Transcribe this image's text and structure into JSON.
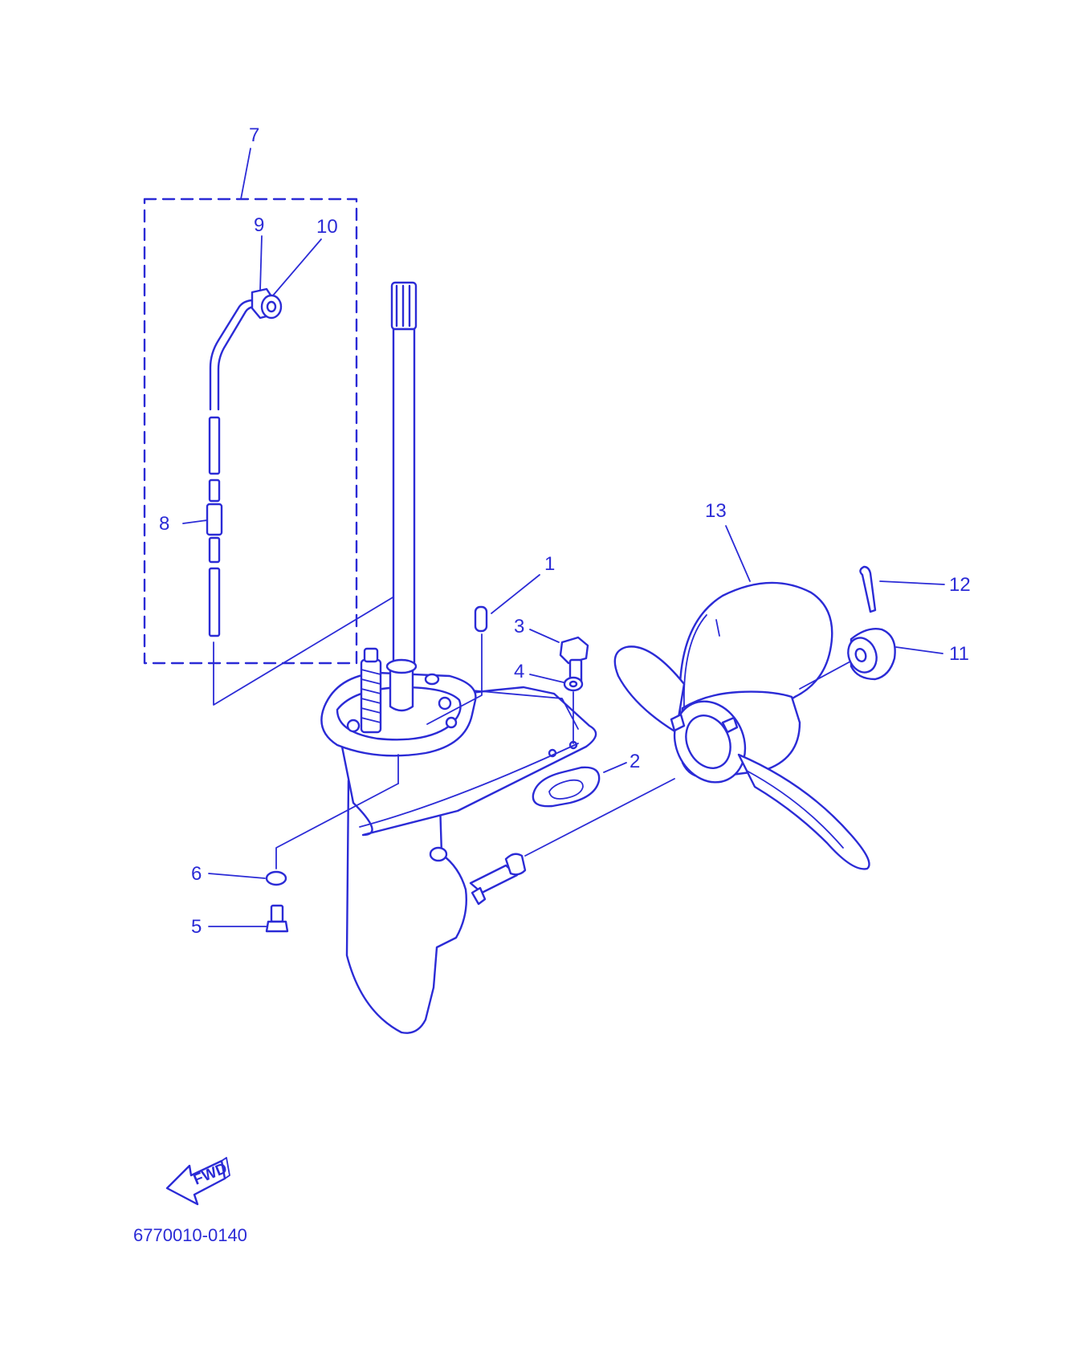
{
  "diagram": {
    "part_code": "6770010-0140",
    "direction_label": "FWD",
    "callouts": {
      "c1": "1",
      "c2": "2",
      "c3": "3",
      "c4": "4",
      "c5": "5",
      "c6": "6",
      "c7": "7",
      "c8": "8",
      "c9": "9",
      "c10": "10",
      "c11": "11",
      "c12": "12",
      "c13": "13"
    }
  },
  "colors": {
    "line": "#2b2bd6",
    "background": "#ffffff"
  }
}
